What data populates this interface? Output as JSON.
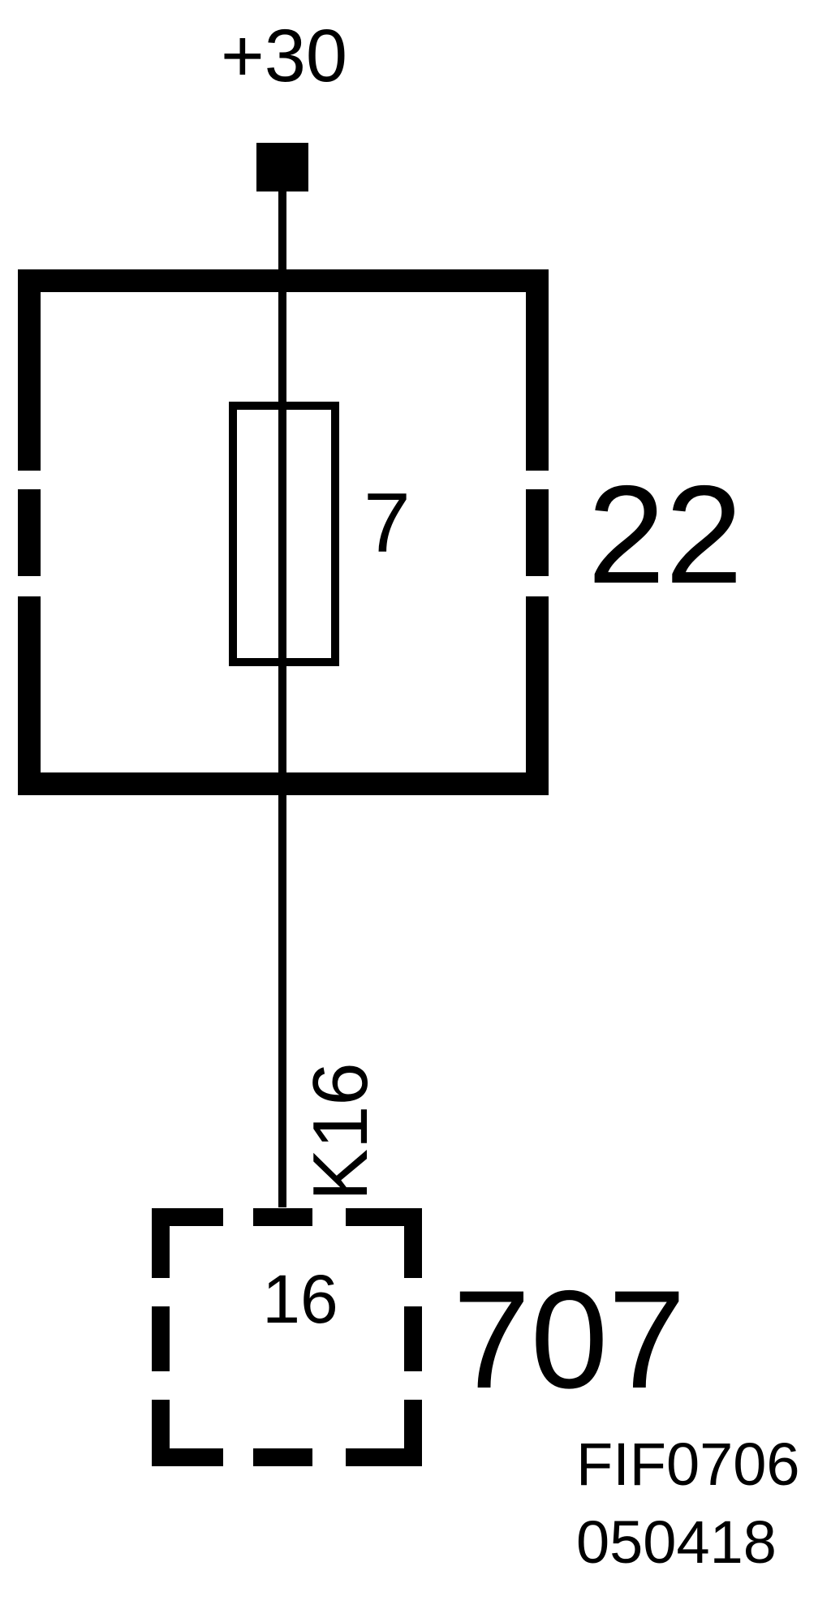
{
  "supply": {
    "label": "+30"
  },
  "fuse_box": {
    "component_number": "22"
  },
  "fuse": {
    "number": "7"
  },
  "wire": {
    "code": "K16"
  },
  "connector": {
    "component_number": "707",
    "pin_number": "16"
  },
  "figure_reference": {
    "code": "FIF0706",
    "date": "050418"
  },
  "colors": {
    "line": "#000000",
    "background": "#ffffff"
  }
}
